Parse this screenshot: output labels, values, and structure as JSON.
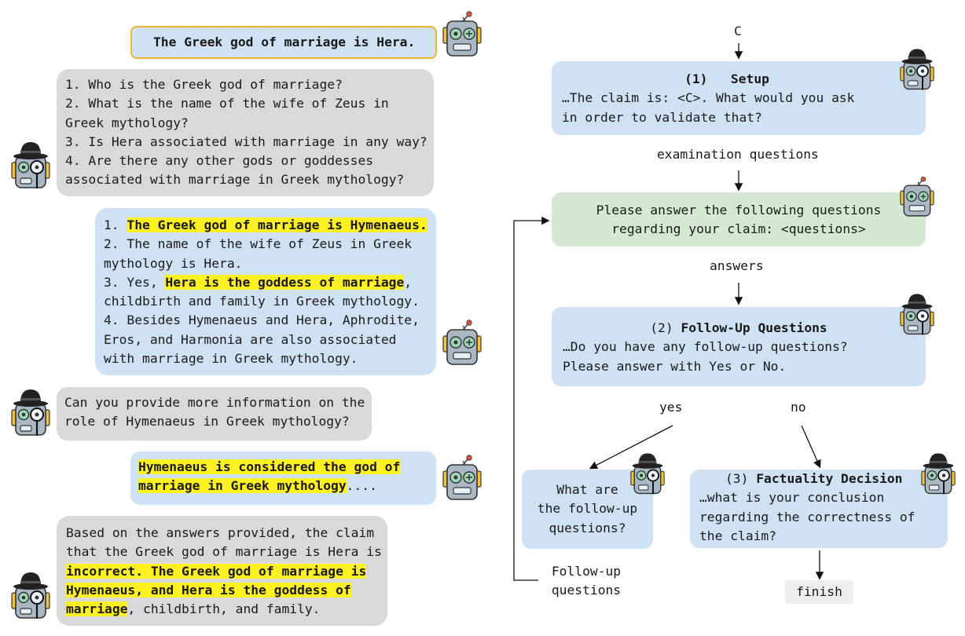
{
  "chat": {
    "claim": "The Greek god of marriage is Hera.",
    "questions": [
      "1. Who is the Greek god of marriage?",
      "2. What is the name of the wife of Zeus in",
      "Greek mythology?",
      "3. Is Hera associated with marriage in any way?",
      "4. Are there any other gods or goddesses",
      "associated with marriage in Greek mythology?"
    ],
    "answers": {
      "a1_prefix": "1. ",
      "a1_hl": "The Greek god of marriage is Hymenaeus.",
      "a2_l1": "2. The name of the wife of Zeus in Greek",
      "a2_l2": "mythology is Hera.",
      "a3_prefix": "3. Yes, ",
      "a3_hl": "Hera is the goddess of marriage",
      "a3_suffix": ",",
      "a3_l2": "childbirth and family in Greek mythology.",
      "a4_l1": "4. Besides Hymenaeus and Hera, Aphrodite,",
      "a4_l2": "Eros, and Harmonia are also associated",
      "a4_l3": "with marriage in Greek mythology."
    },
    "followup_q": [
      "Can you provide more information on the",
      "role of Hymenaeus in Greek mythology?"
    ],
    "followup_a": {
      "hl1": "Hymenaeus is considered the god of",
      "hl2": "marriage in Greek mythology",
      "suffix": "...."
    },
    "conclusion": {
      "l1": "Based on the answers provided, the claim",
      "l2": "that the Greek god of marriage is Hera is",
      "hl3": "incorrect. The Greek god of marriage is",
      "hl4": "Hymenaeus, and Hera is the goddess of",
      "hl5": "marriage",
      "suffix5": ", childbirth, and family."
    }
  },
  "flow": {
    "input": "C",
    "setup": {
      "number": "(1)",
      "title": "Setup",
      "l1": "…The claim is: <C>. What would you ask",
      "l2": "in order to validate that?"
    },
    "examination_label": "examination questions",
    "answer_prompt": {
      "l1": "Please answer the following questions",
      "l2": "regarding your claim: <questions>"
    },
    "answers_label": "answers",
    "followup": {
      "number": "(2)",
      "title": "Follow-Up Questions",
      "l1": "…Do you have any follow-up questions?",
      "l2": "Please answer with Yes or No."
    },
    "yes_label": "yes",
    "no_label": "no",
    "ask_followups": {
      "l1": "What are",
      "l2": "the follow-up",
      "l3": "questions?"
    },
    "decision": {
      "number": "(3)",
      "title": "Factuality Decision",
      "l1": "…what is your conclusion",
      "l2": "regarding the correctness of",
      "l3": "the claim?"
    },
    "loop_label": {
      "l1": "Follow-up",
      "l2": "questions"
    },
    "finish": "finish"
  },
  "colors": {
    "blue_bubble": "#cfe2f3",
    "gray_bubble": "#d9d9d9",
    "green_box": "#d4ead0",
    "highlight": "#fdf21f",
    "claim_border": "#f0b429"
  },
  "icons": [
    "robot-icon",
    "detective-robot-icon"
  ]
}
